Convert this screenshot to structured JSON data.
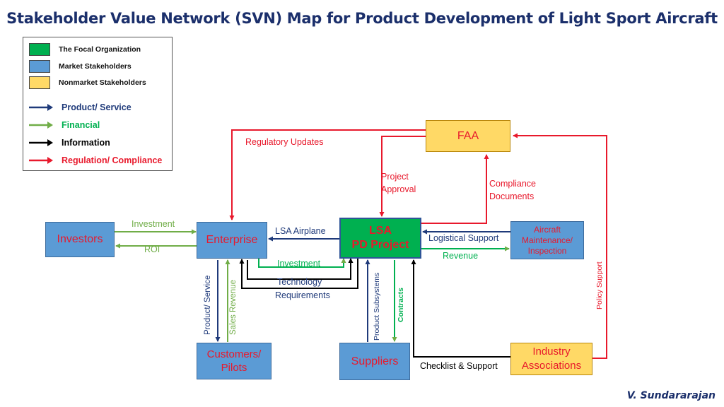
{
  "title": "Stakeholder Value Network (SVN) Map for Product Development of Light Sport Aircraft",
  "author": "V. Sundararajan",
  "colors": {
    "focal": "#00b050",
    "market": "#5b9bd5",
    "nonmarket": "#ffd966",
    "product_service": "#1f3a7a",
    "financial": "#70ad47",
    "information": "#000000",
    "regulation": "#e8192c"
  },
  "legend": {
    "focal": "The Focal Organization",
    "market": "Market Stakeholders",
    "nonmarket": "Nonmarket Stakeholders",
    "product": "Product/ Service",
    "financial": "Financial",
    "information": "Information",
    "regulation": "Regulation/ Compliance"
  },
  "nodes": {
    "faa": "FAA",
    "investors": "Investors",
    "enterprise": "Enterprise",
    "lsa_line1": "LSA",
    "lsa_line2": "PD Project",
    "maintenance_line1": "Aircraft",
    "maintenance_line2": "Maintenance/",
    "maintenance_line3": "Inspection",
    "customers_line1": "Customers/",
    "customers_line2": "Pilots",
    "suppliers": "Suppliers",
    "industry_line1": "Industry",
    "industry_line2": "Associations"
  },
  "flows": {
    "regulatory_updates": "Regulatory Updates",
    "project_approval_line1": "Project",
    "project_approval_line2": "Approval",
    "compliance_documents_line1": "Compliance",
    "compliance_documents_line2": "Documents",
    "policy_support": "Policy Support",
    "investment_investors": "Investment",
    "roi": "ROI",
    "lsa_airplane": "LSA Airplane",
    "logistical_support": "Logistical Support",
    "revenue": "Revenue",
    "investment_project": "Investment",
    "technology": "Technology",
    "requirements": "Requirements",
    "product_service": "Product/ Service",
    "sales_revenue": "Sales Revenue",
    "product_subsystems": "Product Subsystems",
    "contracts": "Contracts",
    "checklist_support": "Checklist & Support"
  }
}
